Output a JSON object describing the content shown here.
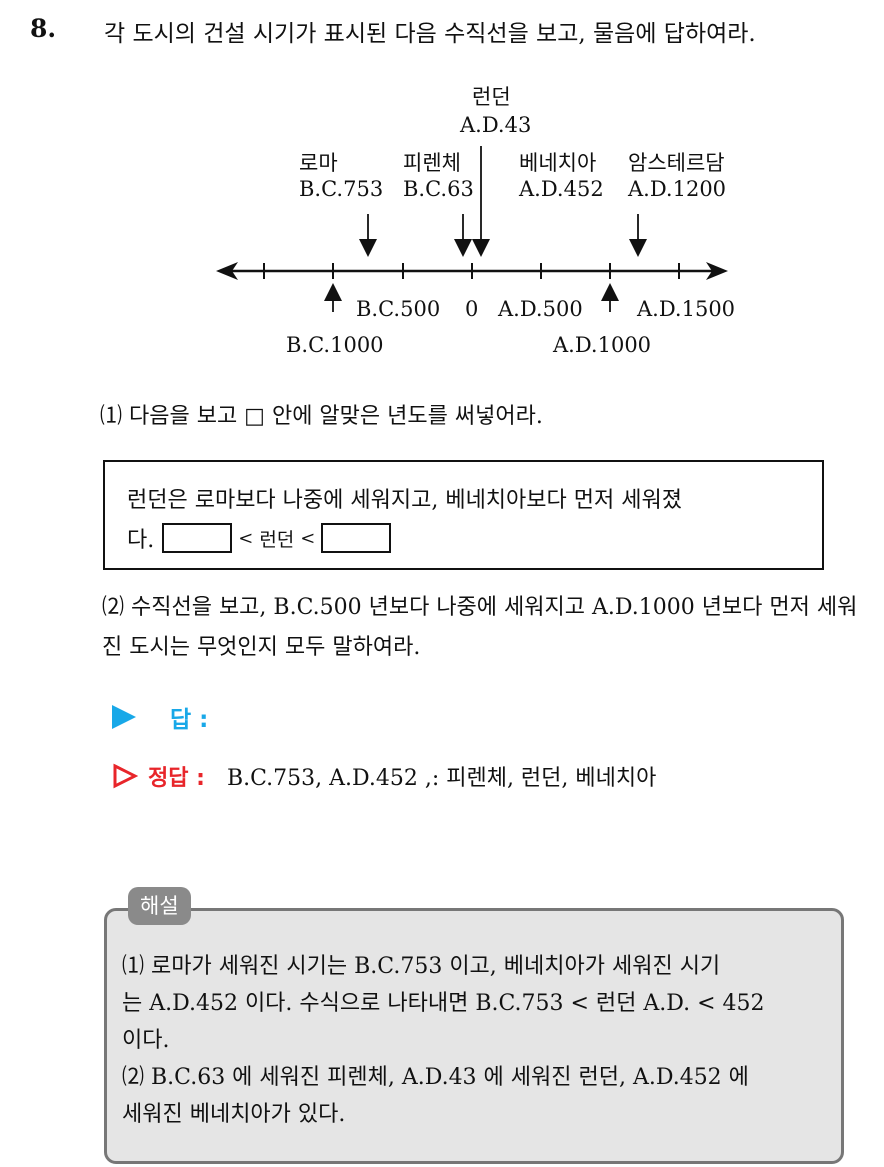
{
  "question": {
    "number": "8.",
    "text": "각 도시의 건설 시기가 표시된 다음 수직선을 보고, 물음에 답하여라."
  },
  "timeline": {
    "cities_above": [
      {
        "name": "로마",
        "year": "B.C.753"
      },
      {
        "name": "피렌체",
        "year": "B.C.63"
      },
      {
        "name": "런던",
        "year": "A.D.43"
      },
      {
        "name": "베네치아",
        "year": "A.D.452"
      },
      {
        "name": "암스테르담",
        "year": "A.D.1200"
      }
    ],
    "ticks_above_label": [
      "B.C.500",
      "0",
      "A.D.500",
      "A.D.1500"
    ],
    "ticks_below_arrow": [
      "B.C.1000",
      "A.D.1000"
    ]
  },
  "sub1": {
    "text": "⑴ 다음을 보고 □ 안에 알맞은 년도를 써넣어라.",
    "box_line1": "런던은 로마보다 나중에 세워지고, 베네치아보다 먼저 세워졌",
    "box_line2_start": "다.",
    "box_lt1": "<",
    "box_mid": "런던",
    "box_lt2": "<"
  },
  "sub2": {
    "text": "⑵ 수직선을 보고, B.C.500 년보다 나중에 세워지고 A.D.1000 년보다 먼저 세워진 도시는 무엇인지 모두 말하여라."
  },
  "answer": {
    "label": "답 :",
    "correct_label": "정답 :",
    "correct_text": "B.C.753, A.D.452 ,:  피렌체, 런던, 베네치아"
  },
  "explanation": {
    "tag": "해설",
    "lines": [
      "⑴ 로마가 세워진 시기는 B.C.753 이고, 베네치아가 세워진 시기",
      "는 A.D.452 이다. 수식으로 나타내면 B.C.753 < 런던 A.D. < 452",
      "이다.",
      "⑵ B.C.63 에 세워진 피렌체, A.D.43 에 세워진 런던, A.D.452 에",
      "세워진 베네치아가 있다."
    ]
  }
}
